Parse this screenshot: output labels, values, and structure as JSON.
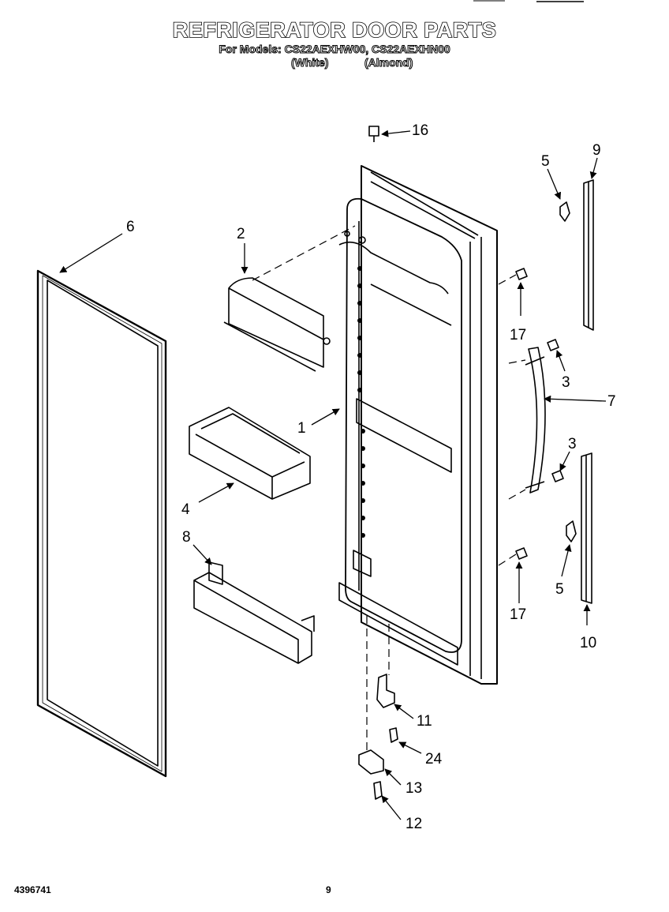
{
  "header": {
    "title": "REFRIGERATOR DOOR PARTS",
    "models": "For Models: CS22AEXHW00, CS22AEXHN00",
    "variant_white": "(White)",
    "variant_almond": "(Almond)"
  },
  "callouts": {
    "c1": "1",
    "c2": "2",
    "c3a": "3",
    "c3b": "3",
    "c4": "4",
    "c5a": "5",
    "c5b": "5",
    "c6": "6",
    "c7": "7",
    "c8": "8",
    "c9": "9",
    "c10": "10",
    "c11": "11",
    "c12": "12",
    "c13": "13",
    "c16": "16",
    "c17a": "17",
    "c17b": "17",
    "c24": "24"
  },
  "footer": {
    "doc_code": "4396741",
    "page_number": "9"
  }
}
